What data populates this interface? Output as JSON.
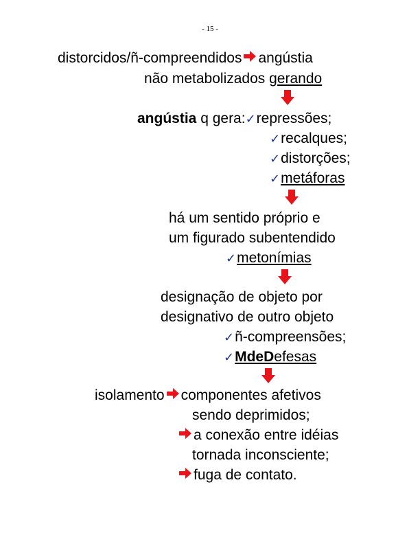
{
  "page_number": "- 15 -",
  "lines": {
    "l1_left": "distorcidos/ñ-compreendidos",
    "l1_right": "angústia",
    "l2_text": "não metabolizados ",
    "l2_u": "gerando",
    "l3_bold": "angústia",
    "l3_text": " q gera:",
    "l3_item": "repressões;",
    "l4_item": "recalques;",
    "l5_item": "distorções;",
    "l6_item": "metáforas",
    "l7": "há um sentido próprio e",
    "l8": "um figurado subentendido",
    "l9_item": "metonímias",
    "l10": "designação de objeto por",
    "l11": "designativo de outro objeto",
    "l12_item": "ñ-compreensões;",
    "l13_bold": "MdeD",
    "l13_rest": "efesas",
    "l14_left": "isolamento",
    "l14_right": "componentes afetivos",
    "l15": "sendo deprimidos;",
    "l16": "a conexão entre idéias",
    "l17": "tornada inconsciente;",
    "l18": "fuga de contato."
  },
  "icons": {
    "arrow_color": "#e8141b",
    "check_color": "#1f3a93",
    "check_glyph": "✓"
  }
}
